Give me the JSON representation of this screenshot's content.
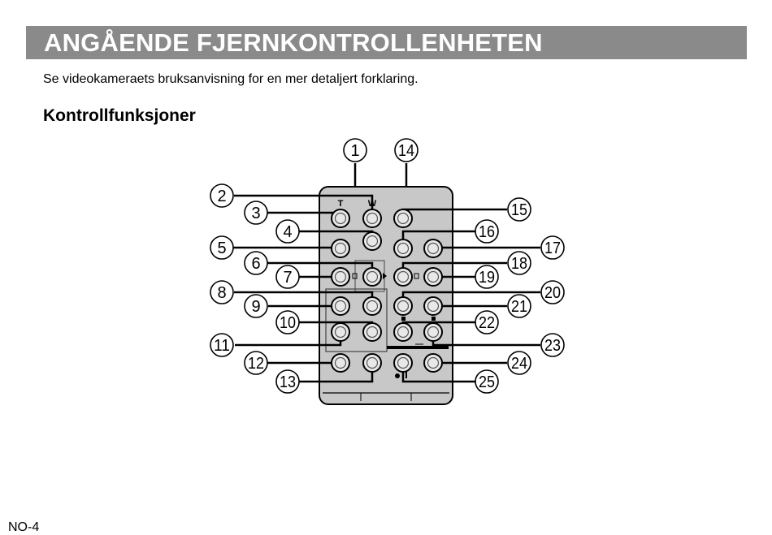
{
  "header": {
    "title": "ANGÅENDE FJERNKONTROLLENHETEN"
  },
  "intro": "Se videokameraets bruksanvisning for en mer detaljert forklaring.",
  "section_heading": "Kontrollfunksjoner",
  "diagram": {
    "labels": [
      "1",
      "2",
      "3",
      "4",
      "5",
      "6",
      "7",
      "8",
      "9",
      "10",
      "11",
      "12",
      "13",
      "14",
      "15",
      "16",
      "17",
      "18",
      "19",
      "20",
      "21",
      "22",
      "23",
      "24",
      "25"
    ],
    "button_marks": {
      "t": "T",
      "w": "W"
    }
  },
  "footer": {
    "page_number": "NO-4"
  }
}
